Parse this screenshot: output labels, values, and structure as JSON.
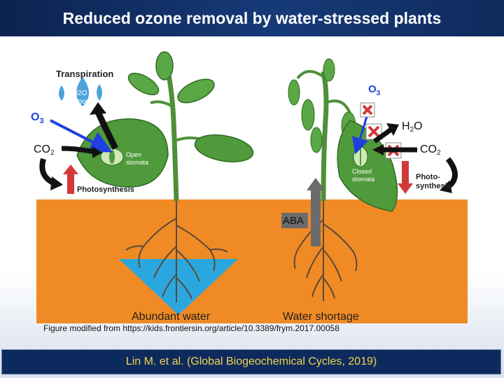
{
  "title": "Reduced ozone removal by water-stressed plants",
  "left_panel": {
    "transpiration_label": "Transpiration",
    "water_label_line1": "H2O",
    "water_label_line2": "Vapour",
    "ozone_label": "O",
    "ozone_subscript": "3",
    "co2_label": "CO",
    "co2_subscript": "2",
    "stomata_line1": "Open",
    "stomata_line2": "stomata",
    "photosynthesis_label": "Photosynthesis",
    "soil_label": "Abundant water"
  },
  "right_panel": {
    "ozone_label": "O",
    "ozone_subscript": "3",
    "water_label": "H",
    "water_subscript": "2",
    "water_suffix": "O",
    "co2_label": "CO",
    "co2_subscript": "2",
    "stomata_line1": "Closed",
    "stomata_line2": "stomata",
    "photosynthesis_line1": "Photo-",
    "photosynthesis_line2": "synthesis",
    "aba_label": "ABA",
    "soil_label": "Water shortage"
  },
  "credit": "Figure modified from https://kids.frontiersin.org/article/10.3389/frym.2017.00058",
  "footer": "Lin M. et al. (Global Biogeochemical Cycles, 2019)",
  "colors": {
    "soil": "#f08a24",
    "water_pool": "#2aa7df",
    "leaf": "#4f9a3a",
    "ozone_arrow": "#1f3fe0",
    "red_arrow": "#d23a3a",
    "aba_arrow": "#6b6b6b",
    "footer_text": "#f3d44a"
  }
}
